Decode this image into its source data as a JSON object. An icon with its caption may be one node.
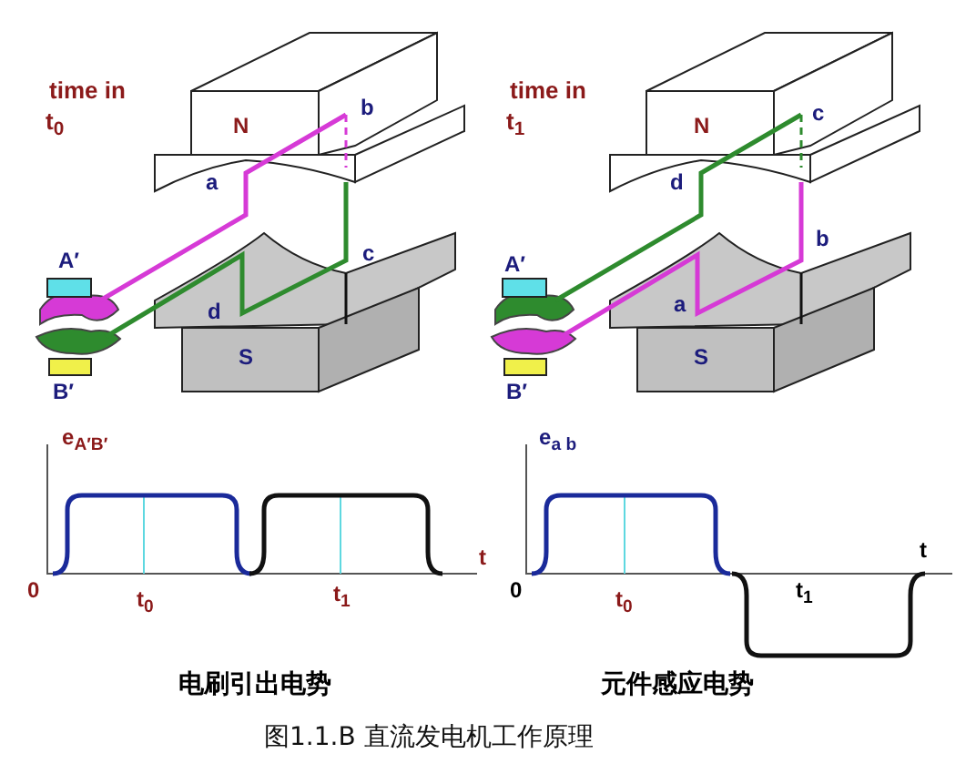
{
  "diagram": {
    "caption": "图1.1.B 直流发电机工作原理",
    "labels": [
      "time in",
      "t$_{0}$",
      "N",
      "b",
      "a",
      "A′",
      "c",
      "d",
      "S",
      "B′",
      "time in",
      "t$_{1}$",
      "N",
      "c",
      "d",
      "b",
      "A′",
      "a",
      "S",
      "B′",
      "e$_{A′B′}$",
      "t",
      "0",
      "t$_{0}$",
      "t$_{1}$",
      "电刷引出电势",
      "e$_{a b}$",
      "t",
      "0",
      "t$_{0}$",
      "t$_{1}$",
      "元件感应电势"
    ]
  }
}
